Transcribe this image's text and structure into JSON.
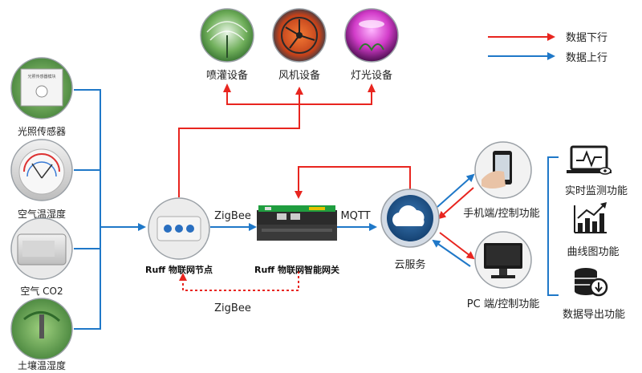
{
  "legend": {
    "downlink": {
      "label": "数据下行",
      "color": "#e8251f"
    },
    "uplink": {
      "label": "数据上行",
      "color": "#1f78c8"
    }
  },
  "sensors": [
    {
      "label": "光照传感器",
      "device_text": "光照传感器模块",
      "icon": "light-sensor"
    },
    {
      "label": "空气温湿度",
      "icon": "hygrometer-gauge"
    },
    {
      "label": "空气 CO2",
      "icon": "co2-sensor"
    },
    {
      "label": "土壤温湿度",
      "icon": "soil-probe"
    }
  ],
  "actuators": [
    {
      "label": "喷灌设备",
      "icon": "sprinkler"
    },
    {
      "label": "风机设备",
      "icon": "fan"
    },
    {
      "label": "灯光设备",
      "icon": "grow-light"
    }
  ],
  "node": {
    "label": "Ruff 物联网节点",
    "icon": "iot-node"
  },
  "gateway": {
    "label": "Ruff 物联网智能网关",
    "icon": "gateway"
  },
  "cloud": {
    "label": "云服务",
    "icon": "cloud"
  },
  "protocols": {
    "zigbee_top": "ZigBee",
    "zigbee_bottom": "ZigBee",
    "mqtt": "MQTT"
  },
  "clients": [
    {
      "label": "手机端/控制功能",
      "icon": "smartphone"
    },
    {
      "label": "PC 端/控制功能",
      "icon": "pc-monitor"
    }
  ],
  "functions": [
    {
      "label": "实时监测功能",
      "icon": "monitor-chart"
    },
    {
      "label": "曲线图功能",
      "icon": "bar-trend"
    },
    {
      "label": "数据导出功能",
      "icon": "database-export"
    }
  ]
}
